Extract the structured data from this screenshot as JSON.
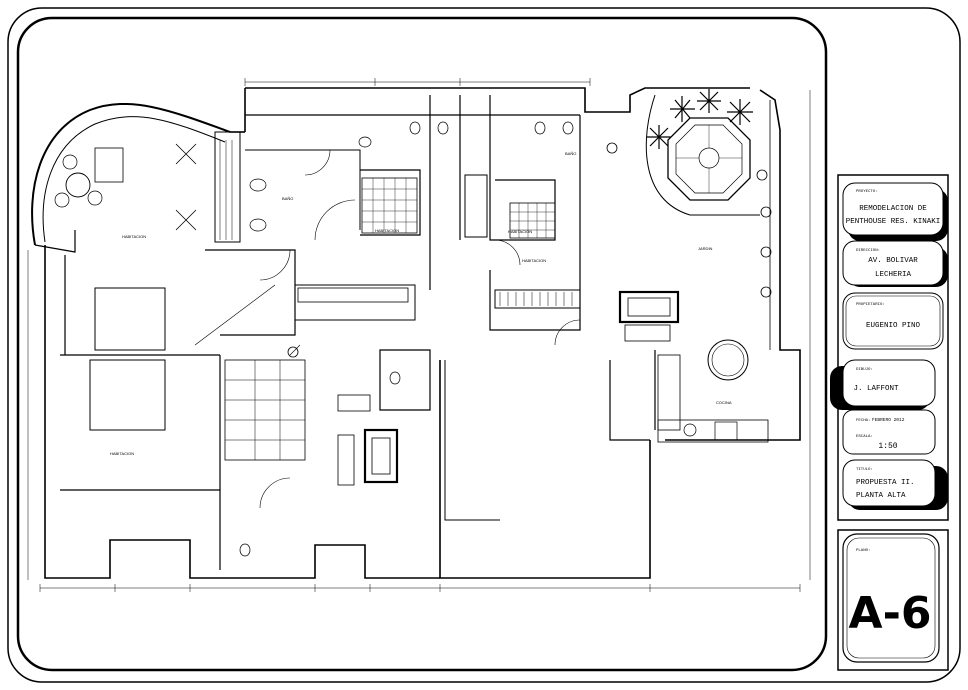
{
  "title_block": {
    "project_label": "PROYECTO:",
    "project_line1": "REMODELACION DE",
    "project_line2": "PENTHOUSE RES. KINAKI",
    "address_label": "DIRECCION:",
    "address_line1": "AV. BOLIVAR",
    "address_line2": "LECHERIA",
    "owner_label": "PROPIETARIO:",
    "owner": "EUGENIO PINO",
    "drawn_label": "DIBUJO:",
    "drawn_by": "J. LAFFONT",
    "date_label": "FECHA:",
    "date": "FEBRERO 2012",
    "scale_label": "ESCALA:",
    "scale": "1:50",
    "content_label": "TITULO:",
    "content_line1": "PROPUESTA II.",
    "content_line2": "PLANTA ALTA",
    "sheet_label": "PLANO:",
    "sheet_number": "A-6"
  },
  "rooms": {
    "bedroom_nw": "HABITACION",
    "bedroom_1": "HABITACION",
    "bedroom_2": "HABITACION",
    "bedroom_3": "HABITACION",
    "bedroom_sw": "HABITACION",
    "terrace": "JARDIN",
    "kitchen": "COCINA",
    "bath_1": "BAÑO",
    "bath_2": "BAÑO"
  }
}
